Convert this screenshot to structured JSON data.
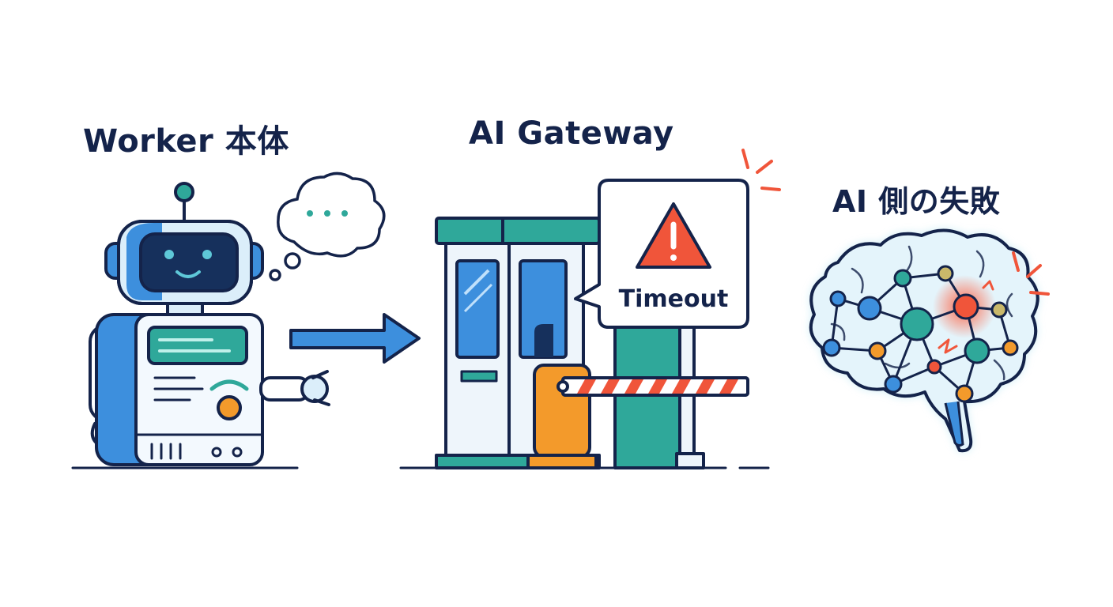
{
  "labels": {
    "worker": "Worker 本体",
    "gateway": "AI Gateway",
    "ai_failure": "AI 側の失敗"
  },
  "callout": {
    "text": "Timeout"
  },
  "colors": {
    "outline": "#14234a",
    "blue": "#3d8fdd",
    "teal": "#2fa89a",
    "orange": "#f39a2b",
    "red": "#f0553a",
    "light_blue": "#dbeefa"
  },
  "icons": [
    "robot-icon",
    "thought-bubble-icon",
    "arrow-right-icon",
    "toll-booth-icon",
    "warning-icon",
    "barrier-gate-icon",
    "brain-network-icon",
    "error-burst-icon"
  ]
}
